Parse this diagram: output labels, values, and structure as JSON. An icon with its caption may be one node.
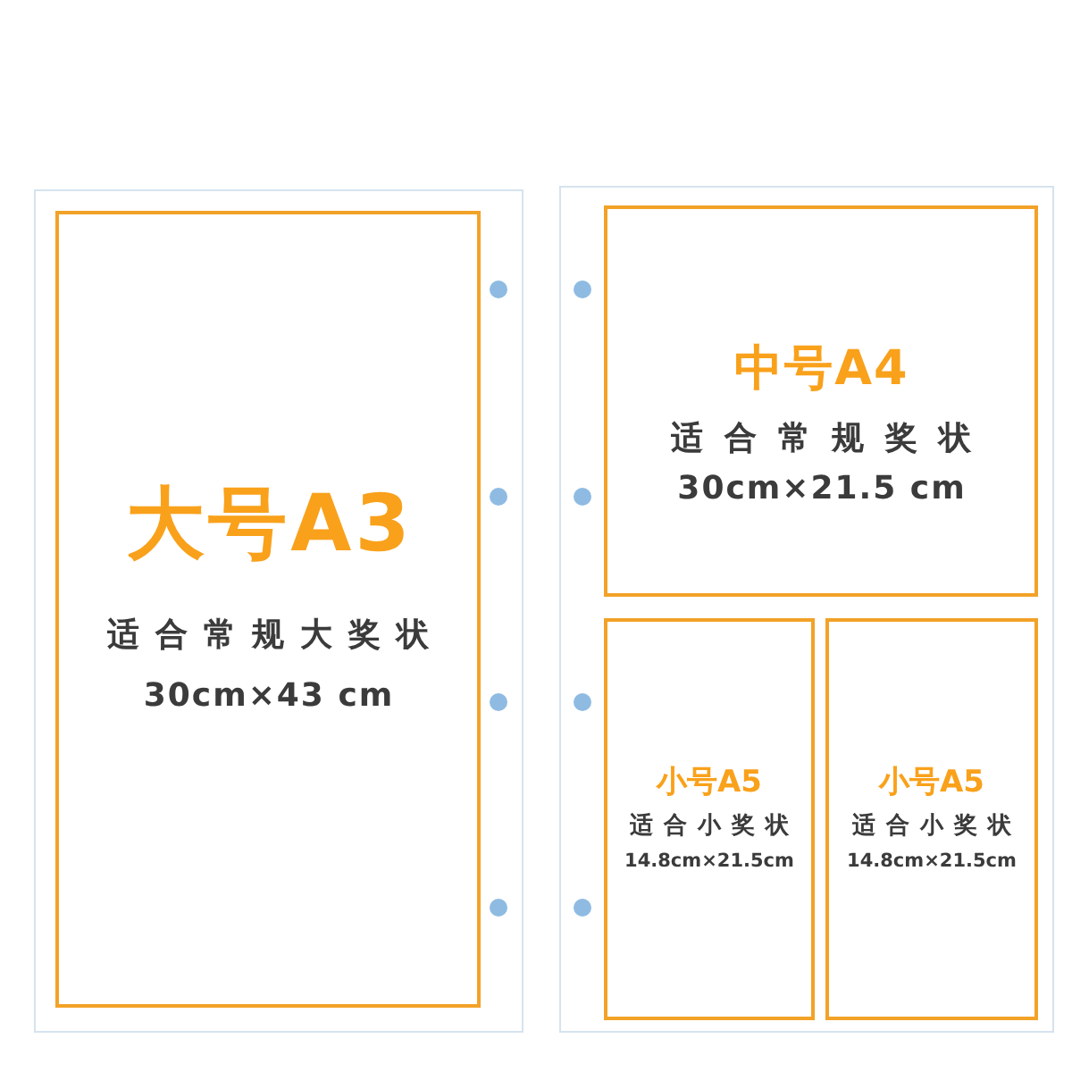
{
  "diagram": {
    "nodes": [
      {
        "text": [
          "大号A3",
          "适合常规大奖状",
          "30cm×43 cm"
        ]
      },
      {
        "text": [
          "中号A4",
          "适合常规奖状",
          "30cm×21.5 cm"
        ]
      },
      {
        "text": [
          "小号A5",
          "适合小奖状",
          "14.8cm×21.5cm"
        ]
      },
      {
        "text": [
          "小号A5",
          "适合小奖状",
          "14.8cm×21.5cm"
        ]
      }
    ]
  }
}
